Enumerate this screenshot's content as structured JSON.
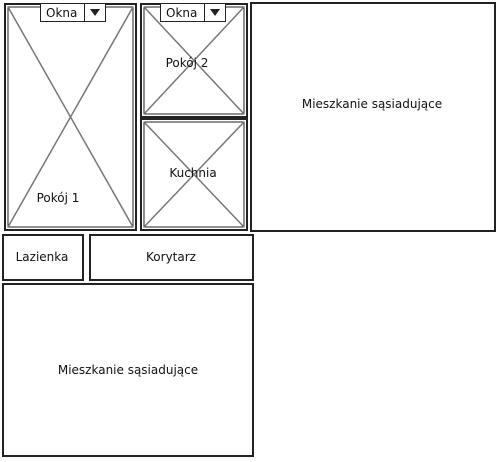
{
  "rooms": {
    "pokoj1": {
      "label": "Pokój 1",
      "window_dropdown": "Okna"
    },
    "pokoj2": {
      "label": "Pokój 2",
      "window_dropdown": "Okna"
    },
    "kuchnia": {
      "label": "Kuchnia"
    },
    "lazienka": {
      "label": "Lazienka"
    },
    "korytarz": {
      "label": "Korytarz"
    },
    "mieszkanie_right": {
      "label": "Mieszkanie sąsiadujące"
    },
    "mieszkanie_bottom": {
      "label": "Mieszkanie sąsiadujące"
    }
  },
  "colors": {
    "stroke": "#222222",
    "cross": "#777777",
    "background": "#ffffff"
  }
}
